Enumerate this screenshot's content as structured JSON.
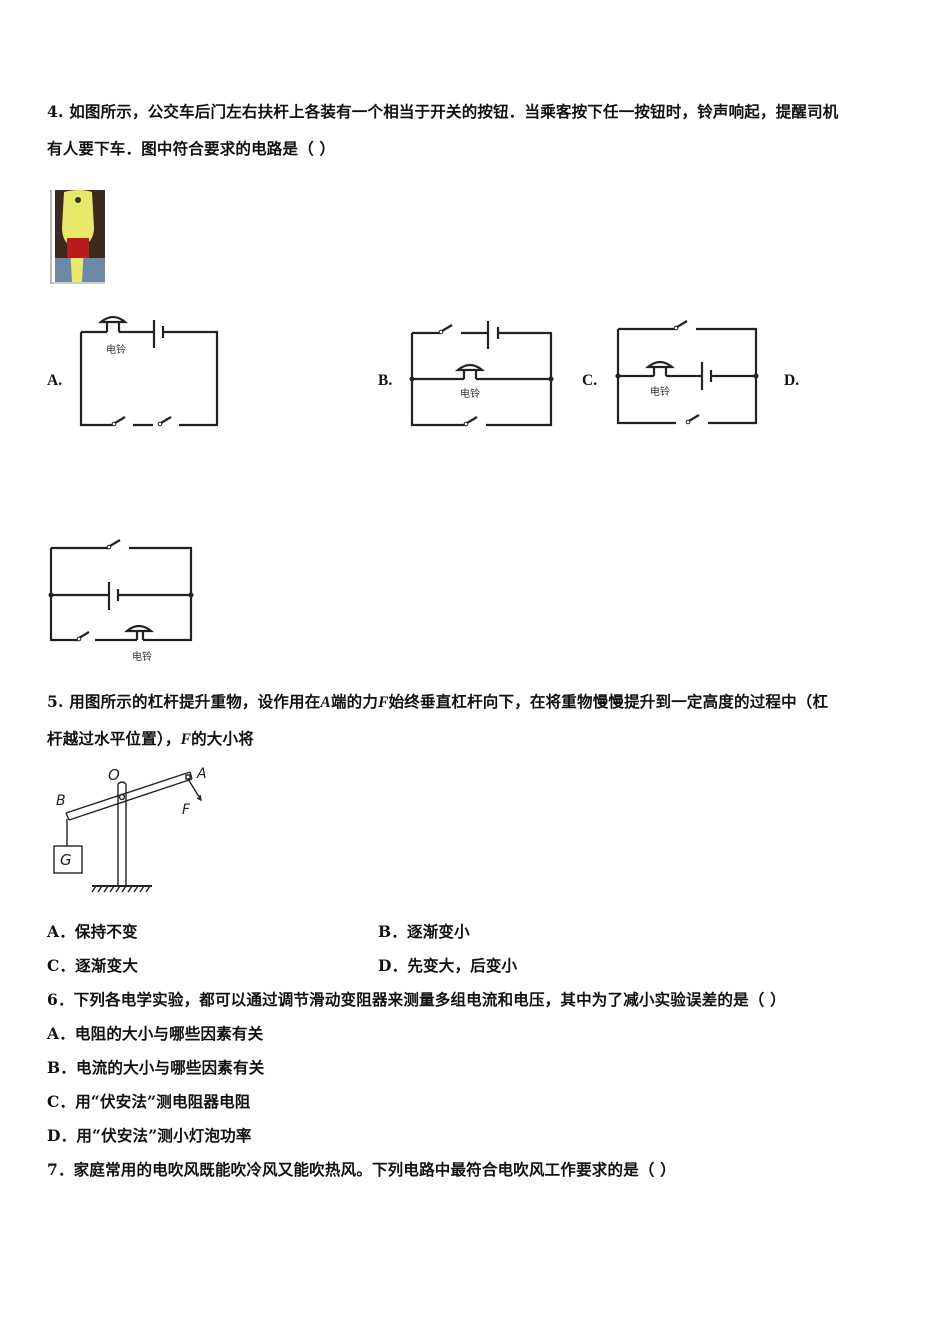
{
  "q4": {
    "number": "4.",
    "line1": "如图所示，公交车后门左右扶杆上各装有一个相当于开关的按钮．当乘客按下任一按钮时，铃声响起，提醒司机",
    "line2": "有人要下车．图中符合要求的电路是（ ）",
    "photo_alt": "bus door handrail button photo",
    "circuit_labels": {
      "bell": "电铃"
    },
    "options": [
      {
        "label": "A."
      },
      {
        "label": "B."
      },
      {
        "label": "C."
      },
      {
        "label": "D."
      }
    ]
  },
  "q5": {
    "number": "5.",
    "line1_pre": "用图所示的杠杆提升重物，设作用在",
    "var_A": "A",
    "line1_mid1": "端的力",
    "var_F": "F",
    "line1_mid2": "始终垂直杠杆向下，在将重物慢慢提升到一定高度的过程中（杠",
    "line2_pre": "杆越过水平位置），",
    "var_F2": "F",
    "line2_post": "的大小将",
    "figure_labels": {
      "O": "O",
      "A": "A",
      "B": "B",
      "F": "F",
      "G": "G"
    },
    "options": [
      {
        "label": "A．保持不变"
      },
      {
        "label": "B．逐渐变小"
      },
      {
        "label": "C．逐渐变大"
      },
      {
        "label": "D．先变大，后变小"
      }
    ]
  },
  "q6": {
    "stem": "6．下列各电学实验，都可以通过调节滑动变阻器来测量多组电流和电压，其中为了减小实验误差的是（ ）",
    "options": [
      {
        "label": "A．电阻的大小与哪些因素有关"
      },
      {
        "label": "B．电流的大小与哪些因素有关"
      },
      {
        "label": "C．用“伏安法”测电阻器电阻"
      },
      {
        "label": "D．用“伏安法”测小灯泡功率"
      }
    ]
  },
  "q7": {
    "stem": "7．家庭常用的电吹风既能吹冷风又能吹热风。下列电路中最符合电吹风工作要求的是（ ）"
  }
}
